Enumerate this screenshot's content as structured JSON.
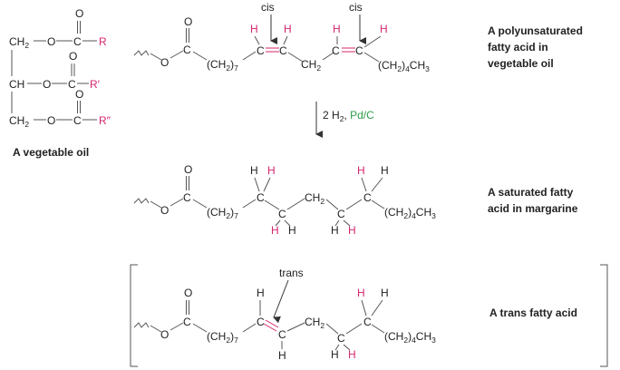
{
  "colors": {
    "text": "#222222",
    "hydrogen_highlight": "#d6246e",
    "reagent": "#2e9a48",
    "bond": "#555555"
  },
  "oil": {
    "row1": {
      "ch2": "CH",
      "sub": "2",
      "o1": "O",
      "c": "C",
      "r": "R",
      "carbonyl_o": "O"
    },
    "row2": {
      "ch": "CH",
      "o1": "O",
      "c": "C",
      "r": "R′",
      "carbonyl_o": "O"
    },
    "row3": {
      "ch2": "CH",
      "sub": "2",
      "o1": "O",
      "c": "C",
      "r": "R″",
      "carbonyl_o": "O"
    },
    "label": "A vegetable oil"
  },
  "fatty_chain": {
    "o": "O",
    "c": "C",
    "ch2": "CH",
    "ch2_sub": "2",
    "ch2_7": "(CH",
    "ch2_7_sub": "2",
    "ch2_7_close": ")",
    "ch2_7_n": "7",
    "ch2_4ch3": "(CH",
    "ch2_4ch3_sub": "2",
    "ch2_4ch3_close": ")",
    "ch2_4ch3_n": "4",
    "ch3": "CH",
    "ch3_sub": "3",
    "h": "H"
  },
  "polyunsaturated": {
    "cis_left": "cis",
    "cis_right": "cis",
    "label_lines": [
      "A polyunsaturated",
      "fatty acid in",
      "vegetable oil"
    ]
  },
  "reaction": {
    "reagent_prefix": "2 H",
    "reagent_sub": "2",
    "reagent_sep": ", ",
    "catalyst": "Pd/C"
  },
  "saturated": {
    "label_lines": [
      "A saturated fatty",
      "acid in margarine"
    ]
  },
  "trans": {
    "annotation": "trans",
    "label": "A trans fatty acid"
  }
}
